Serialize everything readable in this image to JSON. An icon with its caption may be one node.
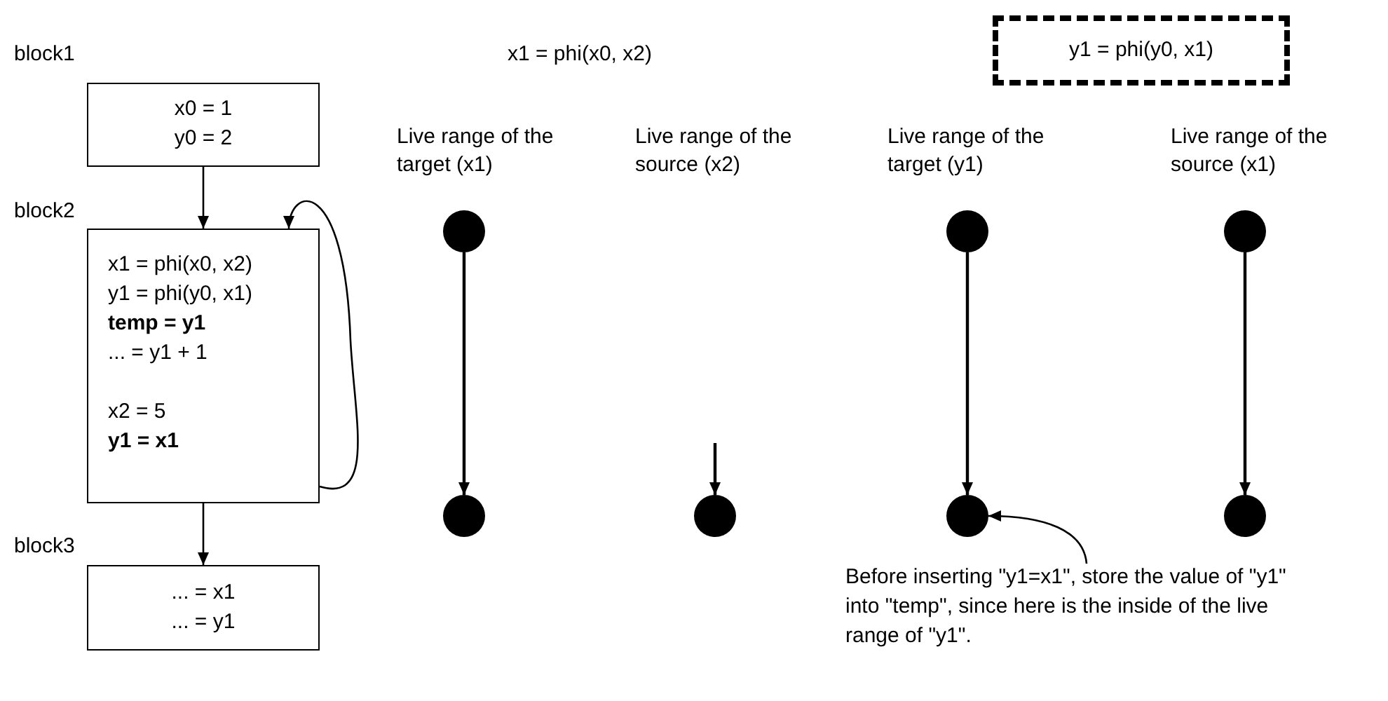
{
  "diagram": {
    "nodes": [
      {
        "text": [
          "x0 = 1",
          "y0 = 2"
        ],
        "beside": [
          "block1"
        ]
      },
      {
        "text": [
          "x1 = phi(x0, x2)",
          "y1 = phi(y0, x1)",
          "**temp = y1**",
          "...  = y1 + 1",
          "x2 = 5",
          "**y1 = x1**"
        ],
        "beside": [
          "block2"
        ]
      },
      {
        "text": [
          "... = x1",
          "... = y1"
        ],
        "beside": [
          "block3"
        ]
      },
      {
        "text": [
          "y1 = phi(y0, x1)"
        ]
      },
      {
        "text": [],
        "shape": "circle"
      },
      {
        "text": [],
        "shape": "circle"
      },
      {
        "text": [],
        "shape": "circle"
      },
      {
        "text": [],
        "shape": "circle"
      },
      {
        "text": [],
        "shape": "circle"
      },
      {
        "text": [],
        "shape": "circle"
      },
      {
        "text": [],
        "shape": "circle"
      },
      {
        "text": [
          "Before inserting \"y1=x1\", store the value of \"y1\" into \"temp\", since here is the inside of the live range of \"y1\"."
        ]
      }
    ],
    "edges": [
      {
        "from": 0,
        "to": 1,
        "arrow": "to"
      },
      {
        "from": 1,
        "to": 1,
        "arrow": "to"
      },
      {
        "from": 1,
        "to": 2,
        "arrow": "to"
      },
      {
        "from": 4,
        "to": 7,
        "arrow": "to"
      },
      {
        "from": null,
        "to": 8,
        "arrow": "to"
      },
      {
        "from": 5,
        "to": 9,
        "arrow": "to"
      },
      {
        "from": 6,
        "to": 10,
        "arrow": "to"
      },
      {
        "from": 11,
        "to": 9,
        "arrow": "to"
      }
    ],
    "labels": [
      "x1 = phi(x0, x2)",
      "Live range of the target (x1)",
      "Live range of the source (x2)",
      "Live range of the target (y1)",
      "Live range of the source (x1)"
    ]
  }
}
